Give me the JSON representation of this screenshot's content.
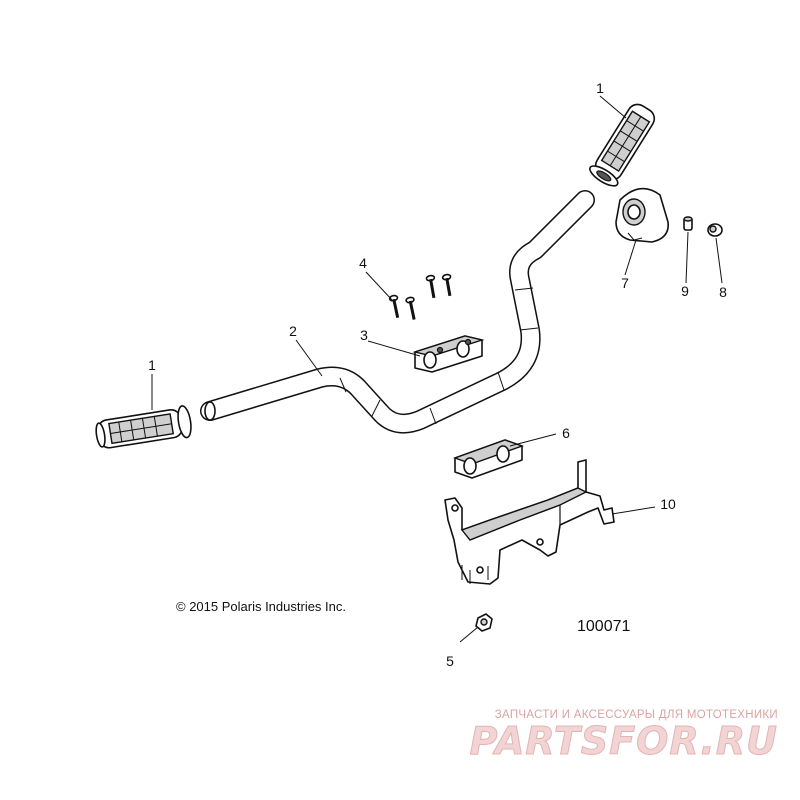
{
  "diagram": {
    "callouts": {
      "grip_left": "1",
      "grip_right": "1",
      "handlebar": "2",
      "upper_clamp": "3",
      "clamp_bolts": "4",
      "nut": "5",
      "lower_clamp": "6",
      "switch_housing": "7",
      "screw": "9",
      "cap": "8",
      "mount_bracket": "10"
    },
    "copyright": "© 2015 Polaris Industries Inc.",
    "figure_number": "100071"
  },
  "watermark": {
    "tagline": "ЗАПЧАСТИ И АКСЕССУАРЫ ДЛЯ МОТОТЕХНИКИ",
    "brand": "PARTSFOR.RU"
  }
}
